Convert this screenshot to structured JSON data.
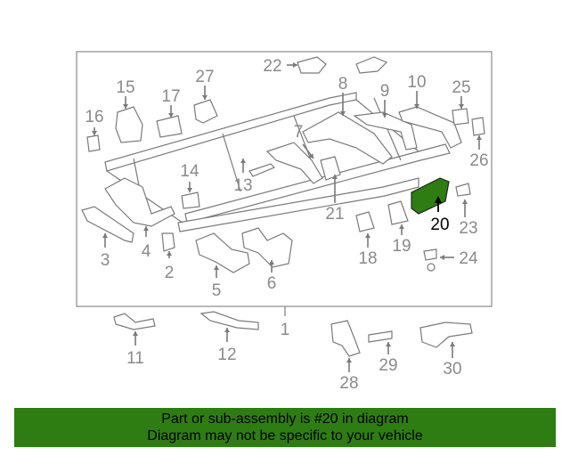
{
  "diagram": {
    "highlighted_part": "20",
    "highlight_color": "#2e7d13",
    "labels": [
      "1",
      "2",
      "3",
      "4",
      "5",
      "6",
      "7",
      "8",
      "9",
      "10",
      "11",
      "12",
      "13",
      "14",
      "15",
      "16",
      "17",
      "18",
      "19",
      "20",
      "21",
      "22",
      "23",
      "24",
      "25",
      "26",
      "27",
      "28",
      "29",
      "30"
    ]
  },
  "banner": {
    "line1": "Part or sub-assembly is #20 in diagram",
    "line2": "Diagram may not be specific to your vehicle",
    "background": "#2e7d13"
  }
}
